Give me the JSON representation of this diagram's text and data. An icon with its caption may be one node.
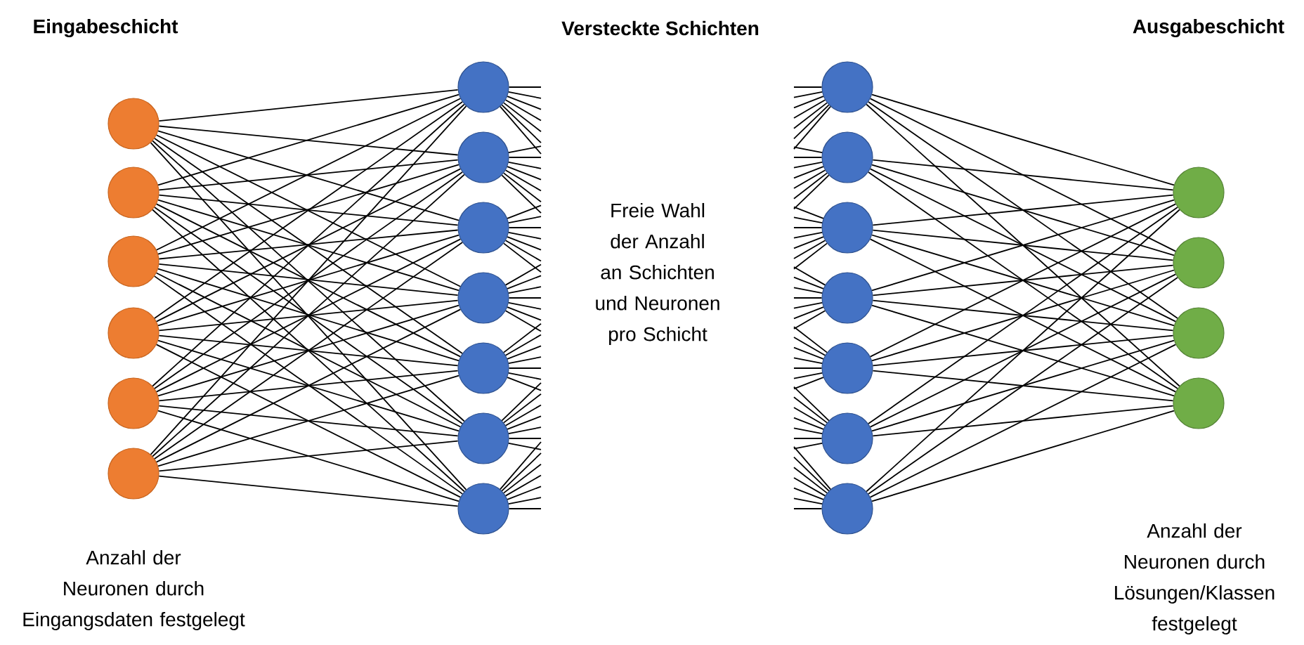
{
  "diagram": {
    "nodes": [
      {
        "text": [],
        "shape": "circle"
      },
      {
        "text": [],
        "shape": "circle"
      },
      {
        "text": [],
        "shape": "circle"
      },
      {
        "text": [],
        "shape": "circle"
      },
      {
        "text": [],
        "shape": "circle"
      },
      {
        "text": [],
        "shape": "circle"
      },
      {
        "text": [],
        "shape": "circle"
      },
      {
        "text": [],
        "shape": "circle"
      },
      {
        "text": [],
        "shape": "circle"
      },
      {
        "text": [],
        "shape": "circle"
      },
      {
        "text": [],
        "shape": "circle"
      },
      {
        "text": [],
        "shape": "circle"
      },
      {
        "text": [],
        "shape": "circle"
      },
      {
        "text": [],
        "shape": "circle"
      },
      {
        "text": [],
        "shape": "circle"
      },
      {
        "text": [],
        "shape": "circle"
      },
      {
        "text": [],
        "shape": "circle"
      },
      {
        "text": [],
        "shape": "circle"
      },
      {
        "text": [],
        "shape": "circle"
      },
      {
        "text": [],
        "shape": "circle"
      },
      {
        "text": [],
        "shape": "circle"
      },
      {
        "text": [],
        "shape": "circle"
      },
      {
        "text": [],
        "shape": "circle"
      },
      {
        "text": [],
        "shape": "circle"
      }
    ],
    "edges": [
      {
        "from": 0,
        "to": 6,
        "arrow": "none"
      },
      {
        "from": 0,
        "to": 7,
        "arrow": "none"
      },
      {
        "from": 0,
        "to": 8,
        "arrow": "none"
      },
      {
        "from": 0,
        "to": 9,
        "arrow": "none"
      },
      {
        "from": 0,
        "to": 10,
        "arrow": "none"
      },
      {
        "from": 0,
        "to": 11,
        "arrow": "none"
      },
      {
        "from": 0,
        "to": 12,
        "arrow": "none"
      },
      {
        "from": 1,
        "to": 6,
        "arrow": "none"
      },
      {
        "from": 1,
        "to": 7,
        "arrow": "none"
      },
      {
        "from": 1,
        "to": 8,
        "arrow": "none"
      },
      {
        "from": 1,
        "to": 9,
        "arrow": "none"
      },
      {
        "from": 1,
        "to": 10,
        "arrow": "none"
      },
      {
        "from": 1,
        "to": 11,
        "arrow": "none"
      },
      {
        "from": 1,
        "to": 12,
        "arrow": "none"
      },
      {
        "from": 2,
        "to": 6,
        "arrow": "none"
      },
      {
        "from": 2,
        "to": 7,
        "arrow": "none"
      },
      {
        "from": 2,
        "to": 8,
        "arrow": "none"
      },
      {
        "from": 2,
        "to": 9,
        "arrow": "none"
      },
      {
        "from": 2,
        "to": 10,
        "arrow": "none"
      },
      {
        "from": 2,
        "to": 11,
        "arrow": "none"
      },
      {
        "from": 2,
        "to": 12,
        "arrow": "none"
      },
      {
        "from": 3,
        "to": 6,
        "arrow": "none"
      },
      {
        "from": 3,
        "to": 7,
        "arrow": "none"
      },
      {
        "from": 3,
        "to": 8,
        "arrow": "none"
      },
      {
        "from": 3,
        "to": 9,
        "arrow": "none"
      },
      {
        "from": 3,
        "to": 10,
        "arrow": "none"
      },
      {
        "from": 3,
        "to": 11,
        "arrow": "none"
      },
      {
        "from": 3,
        "to": 12,
        "arrow": "none"
      },
      {
        "from": 4,
        "to": 6,
        "arrow": "none"
      },
      {
        "from": 4,
        "to": 7,
        "arrow": "none"
      },
      {
        "from": 4,
        "to": 8,
        "arrow": "none"
      },
      {
        "from": 4,
        "to": 9,
        "arrow": "none"
      },
      {
        "from": 4,
        "to": 10,
        "arrow": "none"
      },
      {
        "from": 4,
        "to": 11,
        "arrow": "none"
      },
      {
        "from": 4,
        "to": 12,
        "arrow": "none"
      },
      {
        "from": 5,
        "to": 6,
        "arrow": "none"
      },
      {
        "from": 5,
        "to": 7,
        "arrow": "none"
      },
      {
        "from": 5,
        "to": 8,
        "arrow": "none"
      },
      {
        "from": 5,
        "to": 9,
        "arrow": "none"
      },
      {
        "from": 5,
        "to": 10,
        "arrow": "none"
      },
      {
        "from": 5,
        "to": 11,
        "arrow": "none"
      },
      {
        "from": 5,
        "to": 12,
        "arrow": "none"
      },
      {
        "from": 6,
        "to": null,
        "arrow": "none"
      },
      {
        "from": 6,
        "to": null,
        "arrow": "none"
      },
      {
        "from": 6,
        "to": null,
        "arrow": "none"
      },
      {
        "from": 6,
        "to": null,
        "arrow": "none"
      },
      {
        "from": 6,
        "to": null,
        "arrow": "none"
      },
      {
        "from": 6,
        "to": null,
        "arrow": "none"
      },
      {
        "from": 6,
        "to": null,
        "arrow": "none"
      },
      {
        "from": 7,
        "to": null,
        "arrow": "none"
      },
      {
        "from": 7,
        "to": null,
        "arrow": "none"
      },
      {
        "from": 7,
        "to": null,
        "arrow": "none"
      },
      {
        "from": 7,
        "to": null,
        "arrow": "none"
      },
      {
        "from": 7,
        "to": null,
        "arrow": "none"
      },
      {
        "from": 7,
        "to": null,
        "arrow": "none"
      },
      {
        "from": 7,
        "to": null,
        "arrow": "none"
      },
      {
        "from": 8,
        "to": null,
        "arrow": "none"
      },
      {
        "from": 8,
        "to": null,
        "arrow": "none"
      },
      {
        "from": 8,
        "to": null,
        "arrow": "none"
      },
      {
        "from": 8,
        "to": null,
        "arrow": "none"
      },
      {
        "from": 8,
        "to": null,
        "arrow": "none"
      },
      {
        "from": 8,
        "to": null,
        "arrow": "none"
      },
      {
        "from": 8,
        "to": null,
        "arrow": "none"
      },
      {
        "from": 9,
        "to": null,
        "arrow": "none"
      },
      {
        "from": 9,
        "to": null,
        "arrow": "none"
      },
      {
        "from": 9,
        "to": null,
        "arrow": "none"
      },
      {
        "from": 9,
        "to": null,
        "arrow": "none"
      },
      {
        "from": 9,
        "to": null,
        "arrow": "none"
      },
      {
        "from": 9,
        "to": null,
        "arrow": "none"
      },
      {
        "from": 9,
        "to": null,
        "arrow": "none"
      },
      {
        "from": 10,
        "to": null,
        "arrow": "none"
      },
      {
        "from": 10,
        "to": null,
        "arrow": "none"
      },
      {
        "from": 10,
        "to": null,
        "arrow": "none"
      },
      {
        "from": 10,
        "to": null,
        "arrow": "none"
      },
      {
        "from": 10,
        "to": null,
        "arrow": "none"
      },
      {
        "from": 10,
        "to": null,
        "arrow": "none"
      },
      {
        "from": 10,
        "to": null,
        "arrow": "none"
      },
      {
        "from": 11,
        "to": null,
        "arrow": "none"
      },
      {
        "from": 11,
        "to": null,
        "arrow": "none"
      },
      {
        "from": 11,
        "to": null,
        "arrow": "none"
      },
      {
        "from": 11,
        "to": null,
        "arrow": "none"
      },
      {
        "from": 11,
        "to": null,
        "arrow": "none"
      },
      {
        "from": 11,
        "to": null,
        "arrow": "none"
      },
      {
        "from": 11,
        "to": null,
        "arrow": "none"
      },
      {
        "from": 12,
        "to": null,
        "arrow": "none"
      },
      {
        "from": 12,
        "to": null,
        "arrow": "none"
      },
      {
        "from": 12,
        "to": null,
        "arrow": "none"
      },
      {
        "from": 12,
        "to": null,
        "arrow": "none"
      },
      {
        "from": 12,
        "to": null,
        "arrow": "none"
      },
      {
        "from": 12,
        "to": null,
        "arrow": "none"
      },
      {
        "from": 12,
        "to": null,
        "arrow": "none"
      },
      {
        "from": null,
        "to": 13,
        "arrow": "none"
      },
      {
        "from": null,
        "to": 13,
        "arrow": "none"
      },
      {
        "from": null,
        "to": 13,
        "arrow": "none"
      },
      {
        "from": null,
        "to": 13,
        "arrow": "none"
      },
      {
        "from": null,
        "to": 13,
        "arrow": "none"
      },
      {
        "from": null,
        "to": 13,
        "arrow": "none"
      },
      {
        "from": null,
        "to": 13,
        "arrow": "none"
      },
      {
        "from": null,
        "to": 14,
        "arrow": "none"
      },
      {
        "from": null,
        "to": 14,
        "arrow": "none"
      },
      {
        "from": null,
        "to": 14,
        "arrow": "none"
      },
      {
        "from": null,
        "to": 14,
        "arrow": "none"
      },
      {
        "from": null,
        "to": 14,
        "arrow": "none"
      },
      {
        "from": null,
        "to": 14,
        "arrow": "none"
      },
      {
        "from": null,
        "to": 14,
        "arrow": "none"
      },
      {
        "from": null,
        "to": 15,
        "arrow": "none"
      },
      {
        "from": null,
        "to": 15,
        "arrow": "none"
      },
      {
        "from": null,
        "to": 15,
        "arrow": "none"
      },
      {
        "from": null,
        "to": 15,
        "arrow": "none"
      },
      {
        "from": null,
        "to": 15,
        "arrow": "none"
      },
      {
        "from": null,
        "to": 15,
        "arrow": "none"
      },
      {
        "from": null,
        "to": 15,
        "arrow": "none"
      },
      {
        "from": null,
        "to": 16,
        "arrow": "none"
      },
      {
        "from": null,
        "to": 16,
        "arrow": "none"
      },
      {
        "from": null,
        "to": 16,
        "arrow": "none"
      },
      {
        "from": null,
        "to": 16,
        "arrow": "none"
      },
      {
        "from": null,
        "to": 16,
        "arrow": "none"
      },
      {
        "from": null,
        "to": 16,
        "arrow": "none"
      },
      {
        "from": null,
        "to": 16,
        "arrow": "none"
      },
      {
        "from": null,
        "to": 17,
        "arrow": "none"
      },
      {
        "from": null,
        "to": 17,
        "arrow": "none"
      },
      {
        "from": null,
        "to": 17,
        "arrow": "none"
      },
      {
        "from": null,
        "to": 17,
        "arrow": "none"
      },
      {
        "from": null,
        "to": 17,
        "arrow": "none"
      },
      {
        "from": null,
        "to": 17,
        "arrow": "none"
      },
      {
        "from": null,
        "to": 17,
        "arrow": "none"
      },
      {
        "from": null,
        "to": 18,
        "arrow": "none"
      },
      {
        "from": null,
        "to": 18,
        "arrow": "none"
      },
      {
        "from": null,
        "to": 18,
        "arrow": "none"
      },
      {
        "from": null,
        "to": 18,
        "arrow": "none"
      },
      {
        "from": null,
        "to": 18,
        "arrow": "none"
      },
      {
        "from": null,
        "to": 18,
        "arrow": "none"
      },
      {
        "from": null,
        "to": 18,
        "arrow": "none"
      },
      {
        "from": null,
        "to": 19,
        "arrow": "none"
      },
      {
        "from": null,
        "to": 19,
        "arrow": "none"
      },
      {
        "from": null,
        "to": 19,
        "arrow": "none"
      },
      {
        "from": null,
        "to": 19,
        "arrow": "none"
      },
      {
        "from": null,
        "to": 19,
        "arrow": "none"
      },
      {
        "from": null,
        "to": 19,
        "arrow": "none"
      },
      {
        "from": null,
        "to": 19,
        "arrow": "none"
      },
      {
        "from": 13,
        "to": 20,
        "arrow": "none"
      },
      {
        "from": 13,
        "to": 21,
        "arrow": "none"
      },
      {
        "from": 13,
        "to": 22,
        "arrow": "none"
      },
      {
        "from": 13,
        "to": 23,
        "arrow": "none"
      },
      {
        "from": 14,
        "to": 20,
        "arrow": "none"
      },
      {
        "from": 14,
        "to": 21,
        "arrow": "none"
      },
      {
        "from": 14,
        "to": 22,
        "arrow": "none"
      },
      {
        "from": 14,
        "to": 23,
        "arrow": "none"
      },
      {
        "from": 15,
        "to": 20,
        "arrow": "none"
      },
      {
        "from": 15,
        "to": 21,
        "arrow": "none"
      },
      {
        "from": 15,
        "to": 22,
        "arrow": "none"
      },
      {
        "from": 15,
        "to": 23,
        "arrow": "none"
      },
      {
        "from": 16,
        "to": 20,
        "arrow": "none"
      },
      {
        "from": 16,
        "to": 21,
        "arrow": "none"
      },
      {
        "from": 16,
        "to": 22,
        "arrow": "none"
      },
      {
        "from": 16,
        "to": 23,
        "arrow": "none"
      },
      {
        "from": 17,
        "to": 20,
        "arrow": "none"
      },
      {
        "from": 17,
        "to": 21,
        "arrow": "none"
      },
      {
        "from": 17,
        "to": 22,
        "arrow": "none"
      },
      {
        "from": 17,
        "to": 23,
        "arrow": "none"
      },
      {
        "from": 18,
        "to": 20,
        "arrow": "none"
      },
      {
        "from": 18,
        "to": 21,
        "arrow": "none"
      },
      {
        "from": 18,
        "to": 22,
        "arrow": "none"
      },
      {
        "from": 18,
        "to": 23,
        "arrow": "none"
      },
      {
        "from": 19,
        "to": 20,
        "arrow": "none"
      },
      {
        "from": 19,
        "to": 21,
        "arrow": "none"
      },
      {
        "from": 19,
        "to": 22,
        "arrow": "none"
      },
      {
        "from": 19,
        "to": 23,
        "arrow": "none"
      }
    ],
    "labels": [
      "Eingabeschicht",
      "Versteckte Schichten",
      "Ausgabeschicht",
      "Freie Wahl der Anzahl an Schichten und Neuronen pro Schicht",
      "Anzahl der Neuronen durch Eingangsdaten festgelegt",
      "Anzahl der Neuronen durch Lösungen/Klassen festgelegt"
    ]
  }
}
